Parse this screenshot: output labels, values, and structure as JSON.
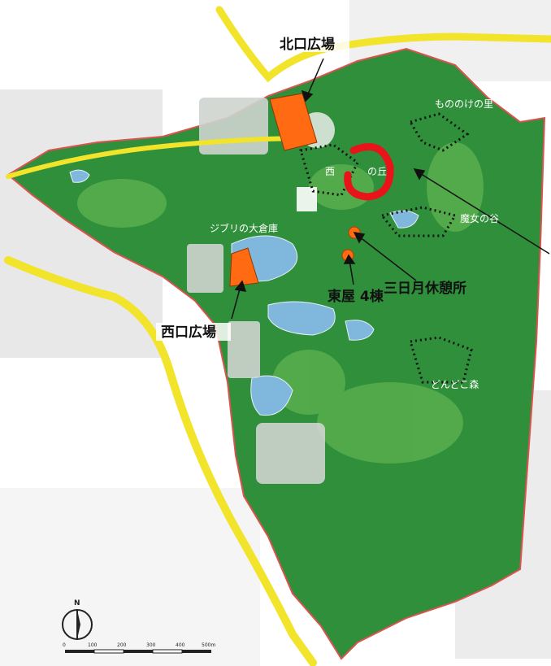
{
  "labels": {
    "kita_plaza": "北口広場",
    "nishi_plaza": "西口広場",
    "mikazuki": "三日月休憩所",
    "azumaya": "東屋 4棟",
    "mononoke": "もののけの里",
    "seiji_hill": "西",
    "seiji_hill_suffix": "の丘",
    "majo_valley": "魔女の谷",
    "dondoko": "どんどこ森",
    "ghibli": "ジブリの大倉庫"
  },
  "compass": {
    "north": "N"
  },
  "scale_bar": {
    "ticks": [
      "0",
      "100",
      "200",
      "300",
      "400",
      "500m"
    ]
  },
  "colors": {
    "forest": "#2f8f3a",
    "forest_light": "#5bb04f",
    "boundary": "#d9534f",
    "highway": "#f2e32b",
    "marker": "#ff6a13",
    "pond": "#7fb7dd",
    "highlight_ring": "#e8141a",
    "urban": "#c9c9c9"
  }
}
